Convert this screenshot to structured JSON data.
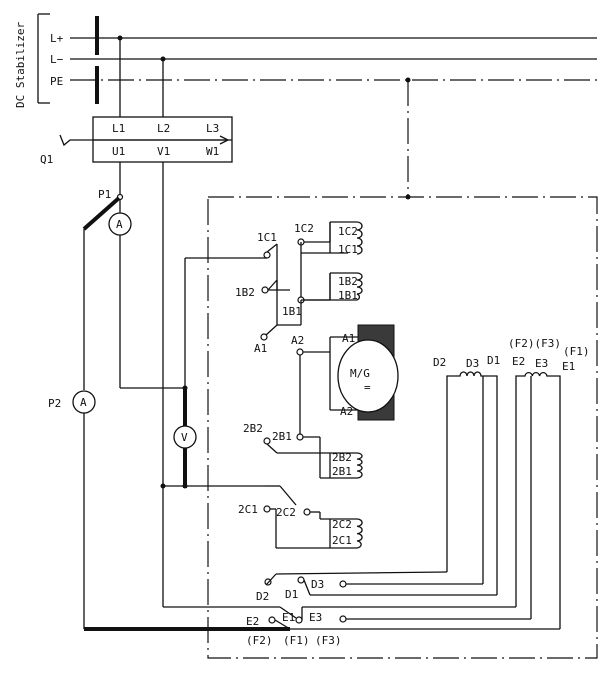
{
  "title": "DC Stabilizer",
  "bus": {
    "lplus": "L+",
    "lminus": "L−",
    "pe": "PE"
  },
  "switch_q1": {
    "name": "Q1",
    "in": [
      "L1",
      "L2",
      "L3"
    ],
    "out": [
      "U1",
      "V1",
      "W1"
    ]
  },
  "meters": {
    "p1": "P1",
    "p2": "P2",
    "ammeter": "A",
    "voltmeter": "V"
  },
  "machine": {
    "name": "M/G",
    "sign": "=",
    "a1": "A1",
    "a2": "A2"
  },
  "terminals": {
    "t1c1": "1C1",
    "t1c2": "1C2",
    "t1b2": "1B2",
    "t1b1": "1B1",
    "ta1": "A1",
    "ta2": "A2",
    "t2b2": "2B2",
    "t2b1": "2B1",
    "t2c1": "2C1",
    "t2c2": "2C2",
    "td2": "D2",
    "td1": "D1",
    "td3": "D3",
    "te2": "E2",
    "te1": "E1",
    "te3": "E3"
  },
  "coils": {
    "c1c2": "1C2",
    "c1c1": "1C1",
    "c1b2": "1B2",
    "c1b1": "1B1",
    "c2b2": "2B2",
    "c2b1": "2B1",
    "c2c2": "2C2",
    "c2c1": "2C1"
  },
  "field": {
    "d2": "D2",
    "d3": "D3",
    "d1": "D1",
    "e2": "E2",
    "e3": "E3",
    "e1": "E1",
    "f2": "(F2)",
    "f3": "(F3)",
    "f1": "(F1)"
  },
  "bottom_labels": {
    "f2": "(F2)",
    "f1": "(F1)",
    "f3": "(F3)"
  }
}
